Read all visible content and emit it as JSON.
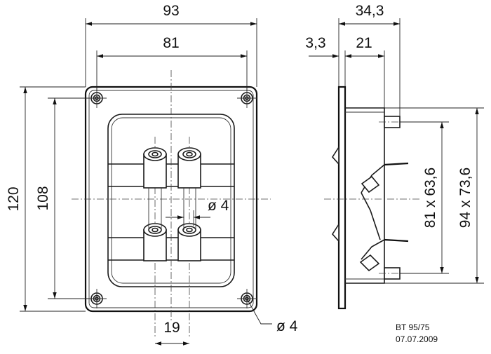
{
  "dimensions": {
    "width_outer": "93",
    "width_inner": "81",
    "height_outer": "120",
    "height_inner": "108",
    "hole_diameter_terminal": "ø 4",
    "terminal_spacing": "19",
    "hole_diameter_mount": "ø 4",
    "depth_total": "34,3",
    "flange_thickness": "3,3",
    "depth_body": "21",
    "cutout_small": "81 x 63,6",
    "cutout_large": "94 x 73,6"
  },
  "title_block": {
    "part_number": "BT 95/75",
    "date": "07.07.2009"
  }
}
